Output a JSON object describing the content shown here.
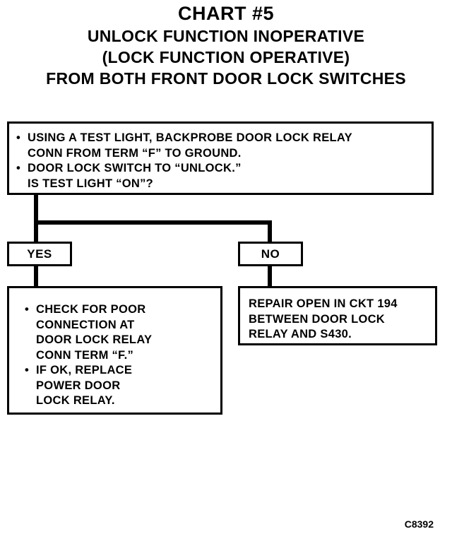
{
  "title": {
    "line1": "CHART #5",
    "line2": "UNLOCK FUNCTION INOPERATIVE",
    "line3": "(LOCK FUNCTION OPERATIVE)",
    "line4": "FROM BOTH FRONT DOOR LOCK SWITCHES"
  },
  "question_box": {
    "bullet": "•",
    "line1": "USING A TEST LIGHT, BACKPROBE DOOR LOCK RELAY",
    "line2": "CONN FROM TERM “F” TO GROUND.",
    "line3": "DOOR LOCK SWITCH TO “UNLOCK.”",
    "line4": "IS TEST LIGHT “ON”?"
  },
  "yes_label": "YES",
  "no_label": "NO",
  "yes_action": {
    "bullet": "•",
    "line1": "CHECK FOR POOR",
    "line2": "CONNECTION AT",
    "line3": "DOOR LOCK RELAY",
    "line4": "CONN TERM “F.”",
    "line5": "IF OK, REPLACE",
    "line6": "POWER DOOR",
    "line7": "LOCK RELAY."
  },
  "no_action": {
    "line1": "REPAIR OPEN IN CKT 194",
    "line2": "BETWEEN DOOR LOCK",
    "line3": "RELAY AND S430."
  },
  "figure_code": "C8392"
}
